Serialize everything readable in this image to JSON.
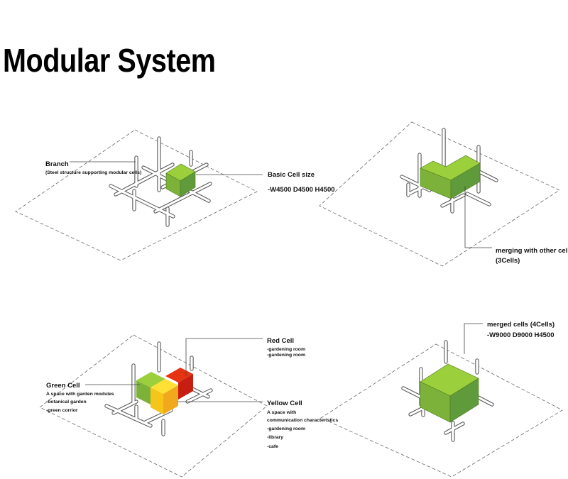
{
  "title": "Modular System",
  "colors": {
    "green_top": "#9ccf3c",
    "green_left": "#7db23a",
    "green_right": "#5f9a3b",
    "yellow_top": "#ffe135",
    "yellow_left": "#f5c51a",
    "yellow_right": "#f2a81c",
    "red_top": "#e63312",
    "red_left": "#e12f0f",
    "red_right": "#c81e12"
  },
  "diagram1": {
    "branch_label": "Branch",
    "branch_desc": "(Steel structure supporting modular cells)",
    "cell_label": "Basic Cell size",
    "cell_size": "-W4500 D4500 H4500"
  },
  "diagram2": {
    "merge_label": "merging with other cells",
    "merge_count": "(3Cells)"
  },
  "diagram3": {
    "red_label": "Red Cell",
    "red_lines": [
      "-gardening room",
      "-gardening room"
    ],
    "green_label": "Green Cell",
    "green_lines": [
      "A space with garden modules",
      "-botanical garden",
      "-green corrior"
    ],
    "yellow_label": "Yellow Cell",
    "yellow_lines": [
      "A space with",
      "communication characteristics",
      "-gardening room",
      "-library",
      "-cafe"
    ]
  },
  "diagram4": {
    "merged_label": "merged cells (4Cells)",
    "merged_size": "-W9000 D9000 H4500"
  }
}
